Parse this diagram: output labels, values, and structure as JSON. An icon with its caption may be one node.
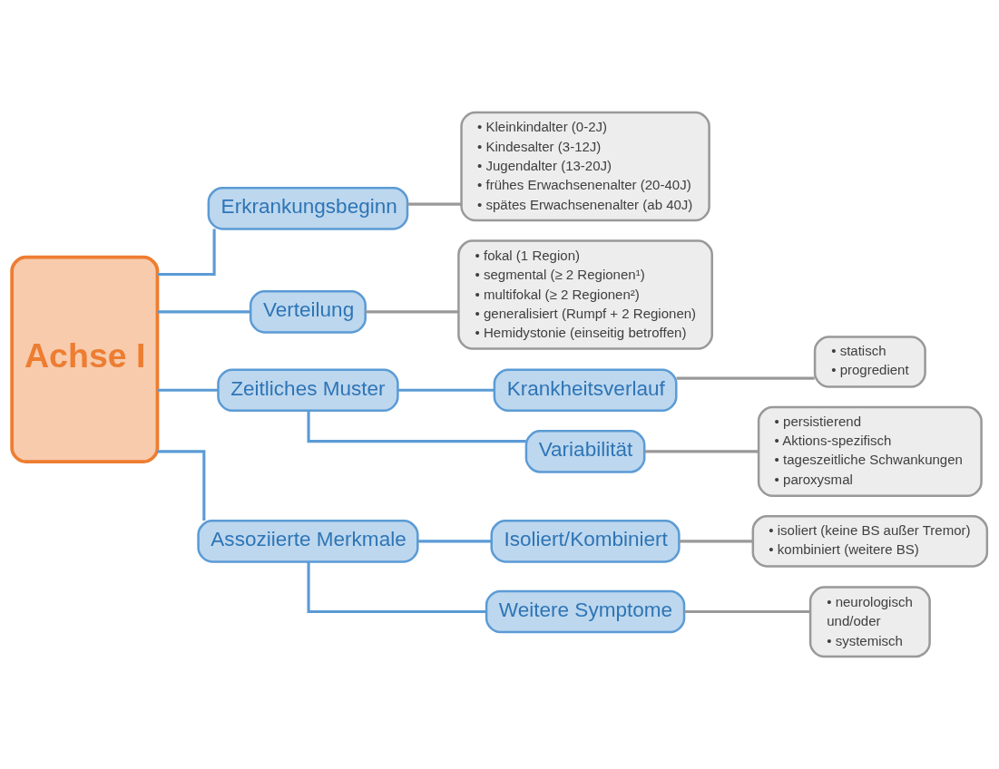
{
  "diagram": {
    "nodes": [
      {
        "text": [
          "Achse I"
        ]
      },
      {
        "text": [
          "Erkrankungsbeginn"
        ]
      },
      {
        "text": [
          "• Kleinkindalter (0-2J)",
          "• Kindesalter (3-12J)",
          "• Jugendalter (13-20J)",
          "• frühes Erwachsenenalter (20-40J)",
          "• spätes Erwachsenenalter (ab 40J)"
        ]
      },
      {
        "text": [
          "Verteilung"
        ]
      },
      {
        "text": [
          "• fokal (1 Region)",
          "• segmental (≥ 2 Regionen¹)",
          "• multifokal (≥ 2 Regionen²)",
          "• generalisiert (Rumpf + 2 Regionen)",
          "• Hemidystonie (einseitig betroffen)"
        ]
      },
      {
        "text": [
          "Zeitliches Muster"
        ]
      },
      {
        "text": [
          "Krankheitsverlauf"
        ]
      },
      {
        "text": [
          "• statisch",
          "• progredient"
        ]
      },
      {
        "text": [
          "Variabilität"
        ]
      },
      {
        "text": [
          "• persistierend",
          "• Aktions-spezifisch",
          "• tageszeitliche Schwankungen",
          "• paroxysmal"
        ]
      },
      {
        "text": [
          "Assoziierte Merkmale"
        ]
      },
      {
        "text": [
          "Isoliert/Kombiniert"
        ]
      },
      {
        "text": [
          "• isoliert (keine BS außer Tremor)",
          "• kombiniert (weitere BS)"
        ]
      },
      {
        "text": [
          "Weitere Symptome"
        ]
      },
      {
        "text": [
          "• neurologisch",
          "und/oder",
          "• systemisch"
        ]
      }
    ],
    "edges": [
      {
        "from": 0,
        "to": 1,
        "arrow": "none"
      },
      {
        "from": 1,
        "to": 2,
        "arrow": "none",
        "color": "#999999"
      },
      {
        "from": 0,
        "to": 3,
        "arrow": "none"
      },
      {
        "from": 3,
        "to": 4,
        "arrow": "none",
        "color": "#999999"
      },
      {
        "from": 0,
        "to": 5,
        "arrow": "none"
      },
      {
        "from": 5,
        "to": 6,
        "arrow": "none"
      },
      {
        "from": 6,
        "to": 7,
        "arrow": "none",
        "color": "#999999"
      },
      {
        "from": 5,
        "to": 8,
        "arrow": "none"
      },
      {
        "from": 8,
        "to": 9,
        "arrow": "none",
        "color": "#999999"
      },
      {
        "from": 0,
        "to": 10,
        "arrow": "none"
      },
      {
        "from": 10,
        "to": 11,
        "arrow": "none"
      },
      {
        "from": 11,
        "to": 12,
        "arrow": "none",
        "color": "#999999"
      },
      {
        "from": 10,
        "to": 13,
        "arrow": "none"
      },
      {
        "from": 13,
        "to": 14,
        "arrow": "none",
        "color": "#999999"
      }
    ]
  }
}
